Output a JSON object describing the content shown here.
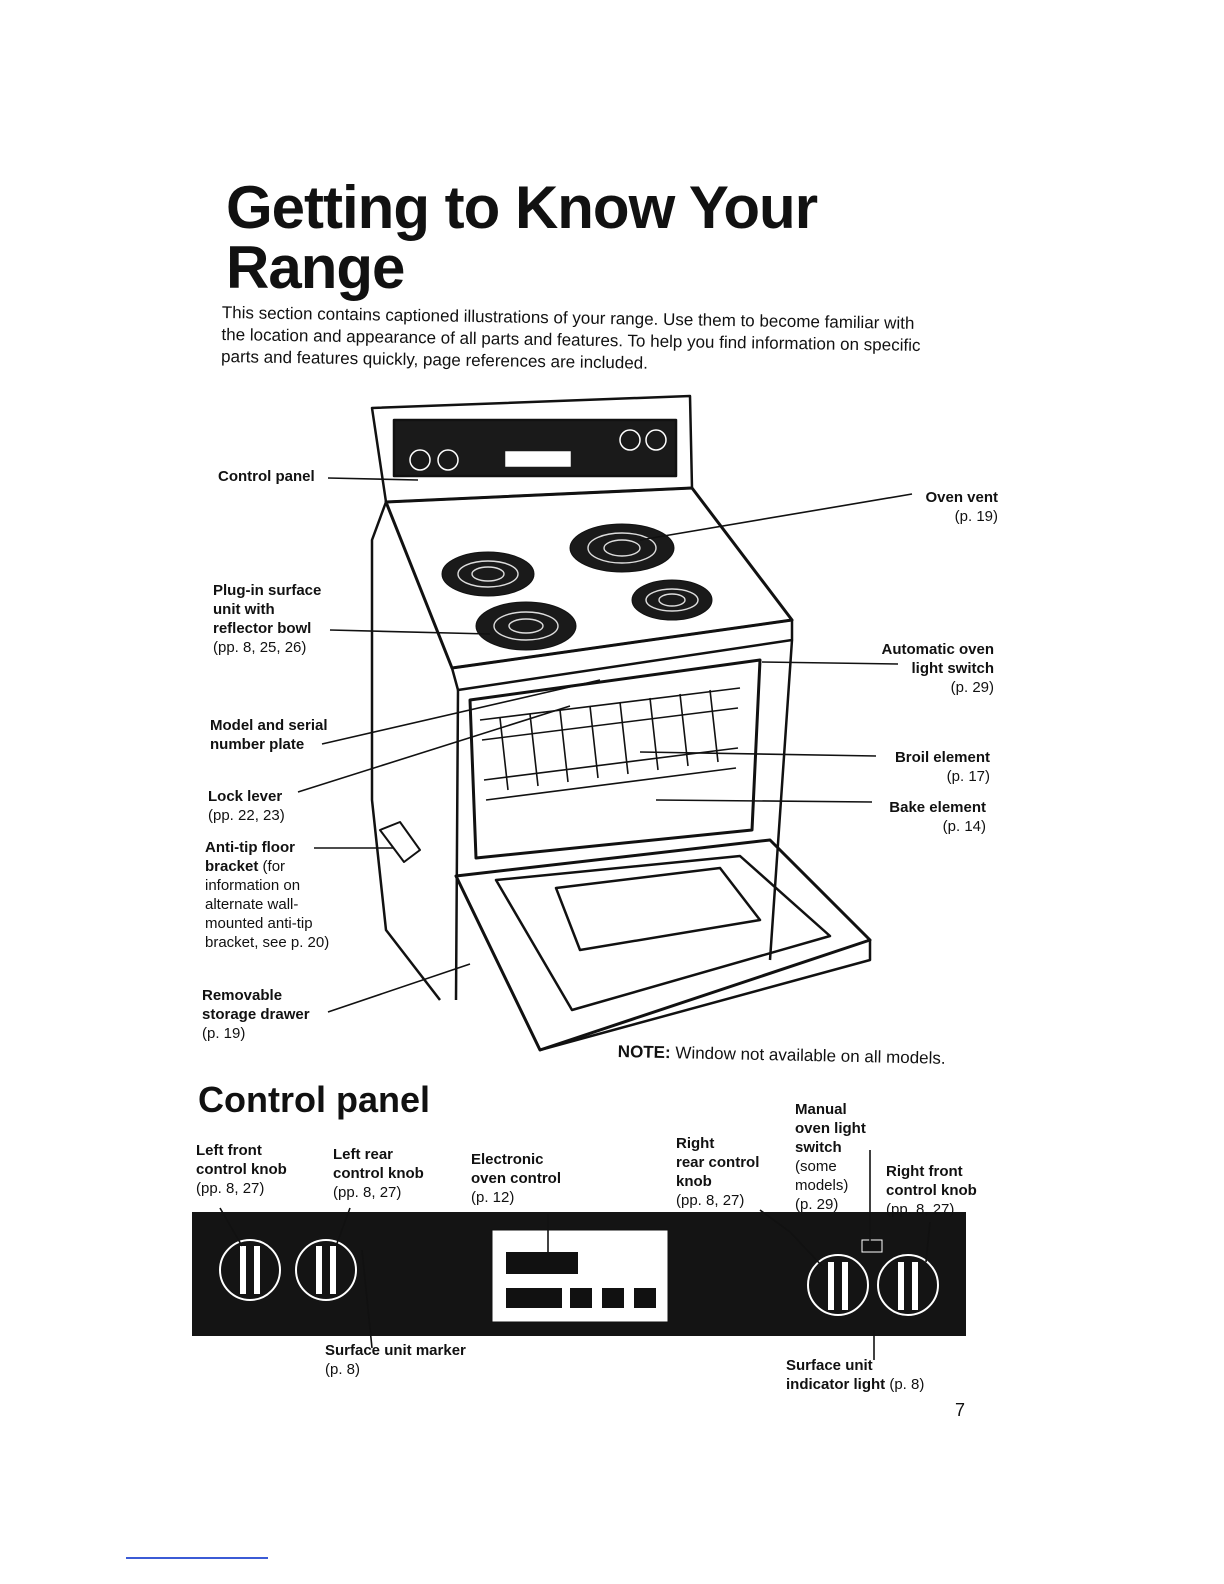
{
  "header": {
    "title_line1": "Getting to Know Your",
    "title_line2": "Range"
  },
  "intro": {
    "line1": "This section contains captioned illustrations of your range. Use them to become familiar with",
    "line2": "the location and appearance of all parts and features. To help you find information on specific",
    "line3": "parts and features quickly, page references are included."
  },
  "range_labels": {
    "control_panel": "Control panel",
    "plug_in_1": "Plug-in surface",
    "plug_in_2": "unit with",
    "plug_in_3": "reflector bowl",
    "plug_in_ref": "(pp. 8, 25, 26)",
    "model_1": "Model and serial",
    "model_2": "number plate",
    "lock_1": "Lock lever",
    "lock_ref": "(pp. 22, 23)",
    "antitip_1": "Anti-tip floor",
    "antitip_2": "bracket",
    "antitip_2b": " (for",
    "antitip_3": "information on",
    "antitip_4": "alternate wall-",
    "antitip_5": "mounted anti-tip",
    "antitip_6": "bracket, see p. 20)",
    "drawer_1": "Removable",
    "drawer_2": "storage drawer",
    "drawer_ref": "(p. 19)",
    "vent_1": "Oven vent",
    "vent_ref": "(p. 19)",
    "light_1": "Automatic oven",
    "light_2": "light switch",
    "light_ref": "(p. 29)",
    "broil_1": "Broil element",
    "broil_ref": "(p. 17)",
    "bake_1": "Bake element",
    "bake_ref": "(p. 14)"
  },
  "note": {
    "prefix": "NOTE:",
    "text": " Window not available on all models."
  },
  "control_panel": {
    "title": "Control panel",
    "left_front_1": "Left front",
    "left_front_2": "control knob",
    "left_front_ref": "(pp. 8, 27)",
    "left_rear_1": "Left rear",
    "left_rear_2": "control knob",
    "left_rear_ref": "(pp. 8, 27)",
    "electronic_1": "Electronic",
    "electronic_2": "oven control",
    "electronic_ref": "(p. 12)",
    "right_rear_1": "Right",
    "right_rear_2": "rear control",
    "right_rear_3": "knob",
    "right_rear_ref": "(pp. 8, 27)",
    "manual_1": "Manual",
    "manual_2": "oven light",
    "manual_3": "switch",
    "manual_4": "(some",
    "manual_5": "models)",
    "manual_ref": "(p. 29)",
    "right_front_1": "Right front",
    "right_front_2": "control knob",
    "right_front_ref": "(pp. 8, 27)",
    "marker_1": "Surface unit marker",
    "marker_ref": "(p. 8)",
    "indicator_1": "Surface unit",
    "indicator_2": "indicator light",
    "indicator_ref": " (p. 8)"
  },
  "footer": {
    "page_number": "7"
  }
}
